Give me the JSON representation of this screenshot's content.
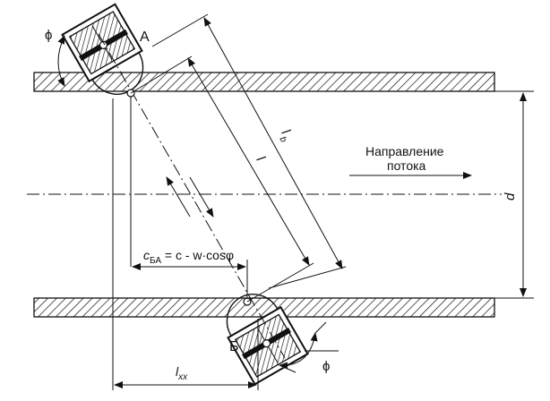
{
  "labels": {
    "transducer_a": "А",
    "transducer_b": "Б",
    "flow_direction_line1": "Направление",
    "flow_direction_line2": "потока",
    "diameter": "d",
    "path_length": "l",
    "path_length_b": "l",
    "path_length_b_sub": "b",
    "angle_top": "ϕ",
    "angle_bottom": "ϕ",
    "lxx": "l",
    "lxx_sub": "xx",
    "velocity_formula_c": "c",
    "velocity_formula_sub": "БА",
    "velocity_formula_rest": " = c - w·cosφ"
  },
  "colors": {
    "ink": "#111111",
    "background": "#ffffff"
  }
}
